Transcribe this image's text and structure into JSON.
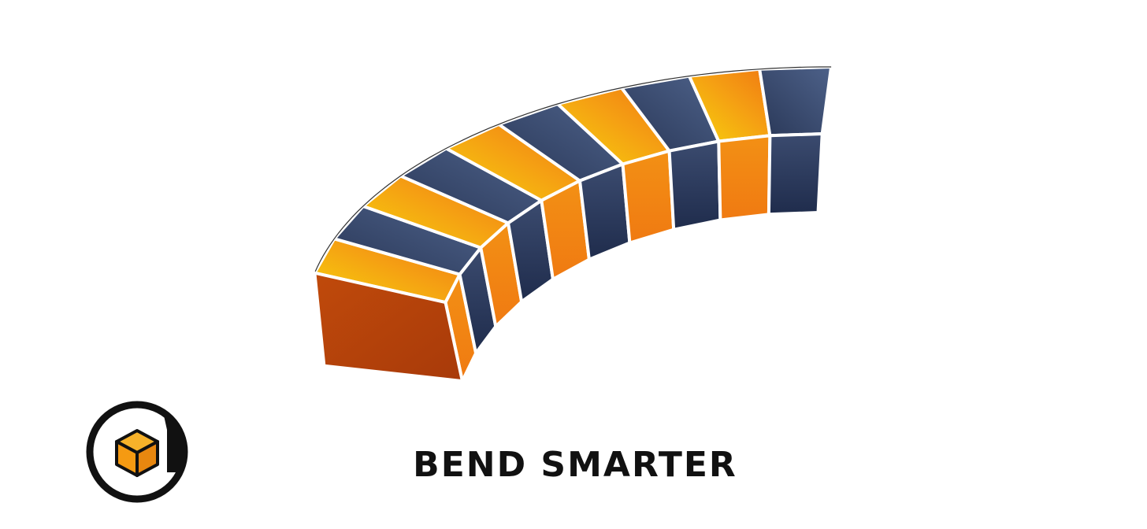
{
  "headline": "BEND SMARTER",
  "colors": {
    "orange_light": "#f6c20c",
    "orange_dark": "#f07f12",
    "navy_light": "#4a5d85",
    "navy_dark": "#243252",
    "end_face": "#b4400b",
    "outline": "#ffffff",
    "edge": "#222222",
    "logo_ring": "#111111",
    "logo_cube": "#f5a014",
    "text": "#111111"
  },
  "icons": {
    "logo": "cube-in-circle-logo",
    "artwork": "bent-segmented-beam"
  }
}
